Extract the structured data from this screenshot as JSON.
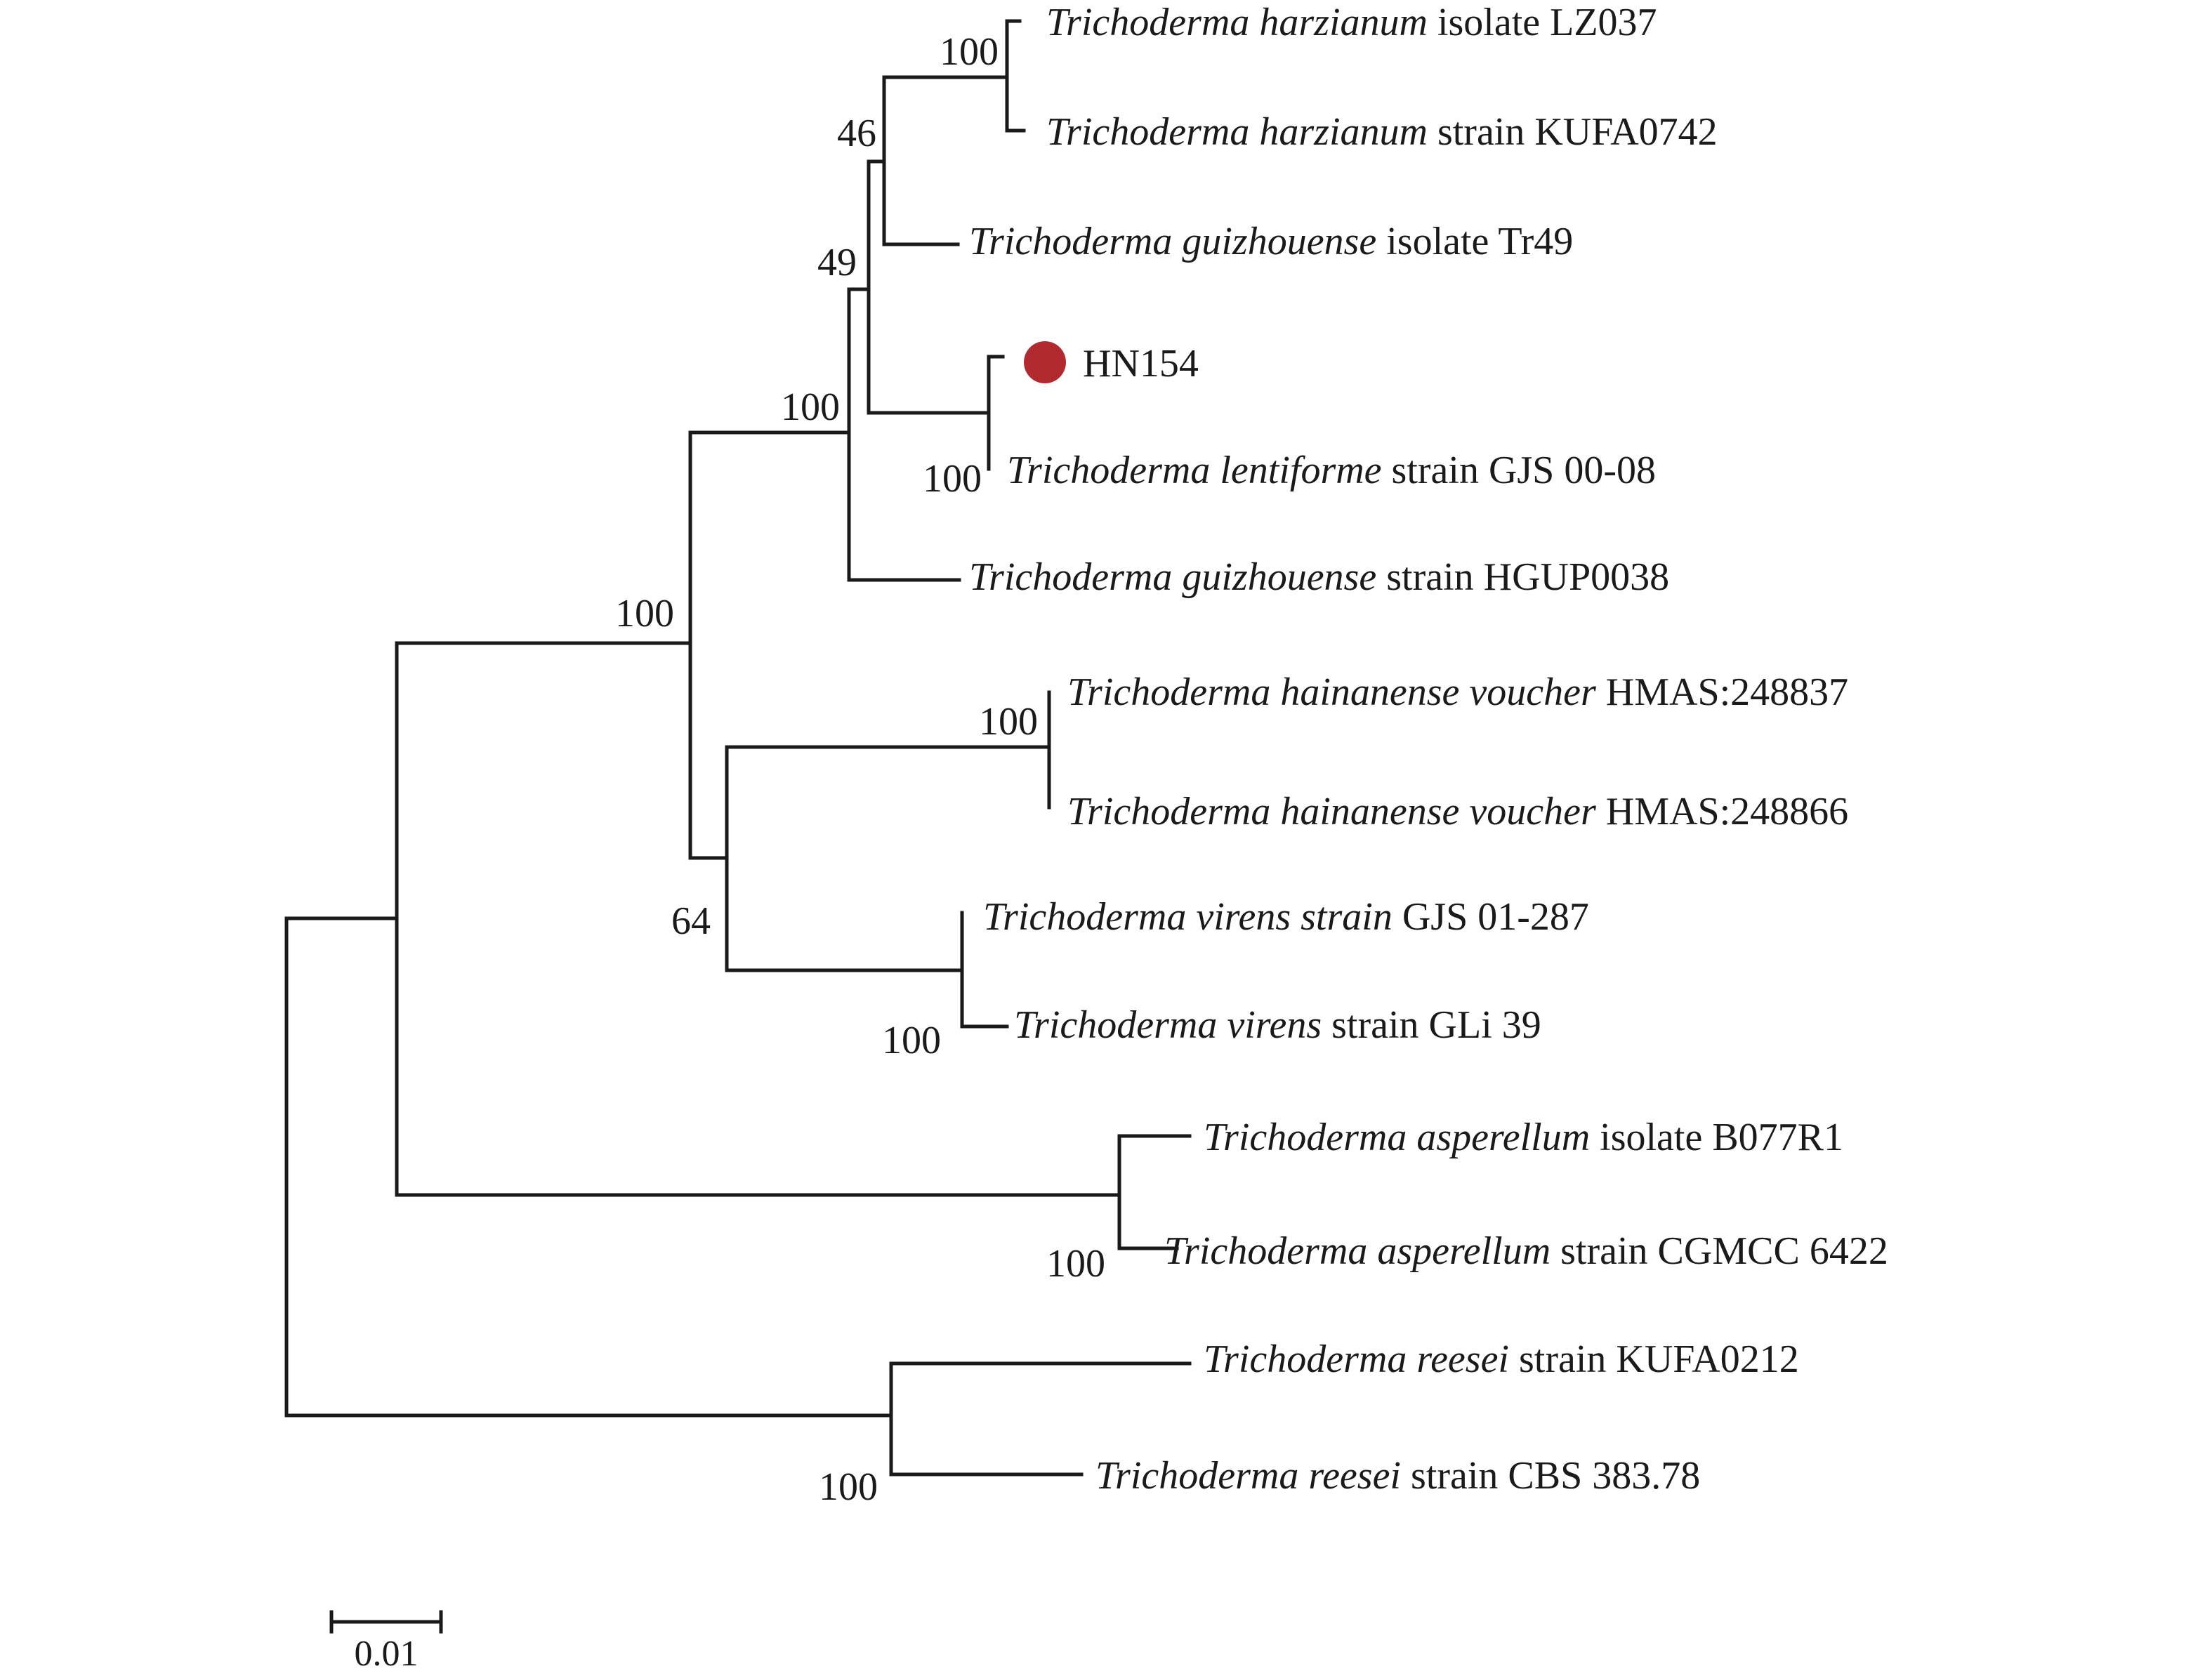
{
  "colors": {
    "line": "#1a1a1a",
    "marker": "#b02a2f",
    "background": "#ffffff"
  },
  "marker": {
    "icon": "filled-circle",
    "taxon": "HN154"
  },
  "taxa": [
    {
      "id": "t1",
      "italic": "Trichoderma harzianum",
      "rest": " isolate LZ037"
    },
    {
      "id": "t2",
      "italic": "Trichoderma harzianum",
      "rest": " strain KUFA0742"
    },
    {
      "id": "t3",
      "italic": "Trichoderma guizhouense",
      "rest": " isolate Tr49"
    },
    {
      "id": "t4",
      "italic": "",
      "rest": "HN154"
    },
    {
      "id": "t5",
      "italic": "Trichoderma lentiforme",
      "rest": " strain GJS 00-08"
    },
    {
      "id": "t6",
      "italic": "Trichoderma guizhouense",
      "rest": " strain HGUP0038"
    },
    {
      "id": "t7",
      "italic": "Trichoderma hainanense voucher",
      "rest": " HMAS:248837"
    },
    {
      "id": "t8",
      "italic": "Trichoderma hainanense voucher",
      "rest": " HMAS:248866"
    },
    {
      "id": "t9",
      "italic": "Trichoderma virens strain",
      "rest": " GJS 01-287"
    },
    {
      "id": "t10",
      "italic": "Trichoderma virens",
      "rest": " strain GLi 39"
    },
    {
      "id": "t11",
      "italic": "Trichoderma asperellum",
      "rest": " isolate B077R1"
    },
    {
      "id": "t12",
      "italic": "Trichoderma asperellum",
      "rest": " strain CGMCC 6422"
    },
    {
      "id": "t13",
      "italic": "Trichoderma reesei",
      "rest": " strain KUFA0212"
    },
    {
      "id": "t14",
      "italic": "Trichoderma reesei",
      "rest": " strain CBS 383.78"
    }
  ],
  "support_values": [
    {
      "node": "harzianum-clade",
      "value": "100"
    },
    {
      "node": "harzianum-guizhouense-clade",
      "value": "46"
    },
    {
      "node": "inner-clade",
      "value": "49"
    },
    {
      "node": "hn154-lentiforme-clade",
      "value": "100"
    },
    {
      "node": "harzianum-complex",
      "value": "100"
    },
    {
      "node": "hainanense-clade",
      "value": "100"
    },
    {
      "node": "hainanense-virens-clade",
      "value": "64"
    },
    {
      "node": "virens-clade",
      "value": "100"
    },
    {
      "node": "ingroup-clade",
      "value": "100"
    },
    {
      "node": "asperellum-clade",
      "value": "100"
    },
    {
      "node": "reesei-clade",
      "value": "100"
    }
  ],
  "scale_bar": {
    "label": "0.01"
  }
}
